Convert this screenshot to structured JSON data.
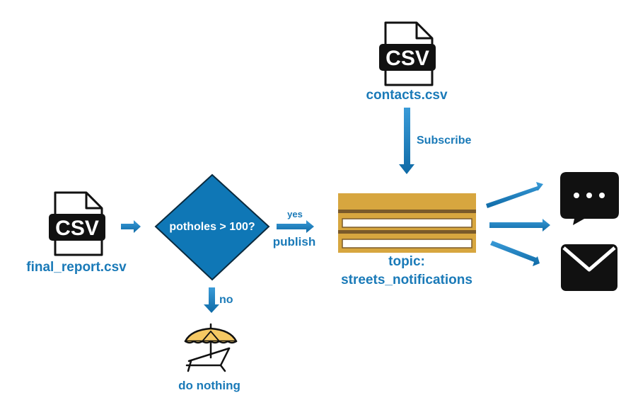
{
  "files": {
    "final_report": {
      "icon_text": "CSV",
      "label": "final_report.csv"
    },
    "contacts": {
      "icon_text": "CSV",
      "label": "contacts.csv"
    }
  },
  "decision": {
    "text": "potholes > 100?"
  },
  "edges": {
    "yes": "yes",
    "publish": "publish",
    "no": "no",
    "subscribe": "Subscribe"
  },
  "topic": {
    "label_line1": "topic:",
    "label_line2": "streets_notifications"
  },
  "no_action": {
    "label": "do nothing"
  },
  "icons": [
    "csv-file-icon",
    "chat-bubble-icon",
    "envelope-icon",
    "beach-umbrella-icon"
  ],
  "colors": {
    "arrow_blue": "#1a7ab8",
    "diamond_fill": "#0f77b6",
    "topic_gold": "#d7a63f",
    "topic_dark": "#7a5a2a",
    "icon_black": "#111111"
  }
}
